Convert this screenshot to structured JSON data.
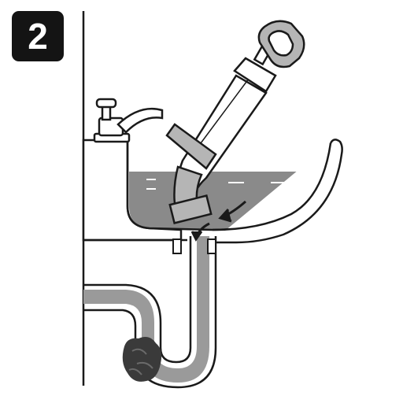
{
  "step": {
    "number": "2"
  },
  "illustration": {
    "colors": {
      "outline": "#1a1a1a",
      "water": "#8a8a8a",
      "pipe_fill": "#9a9a9a",
      "plunger_sleeve": "#b5b5b5",
      "clog": "#3a3a3a",
      "background": "#ffffff"
    },
    "icons": [
      "faucet-icon",
      "sink-basin",
      "drain-pipe",
      "plunger-pump-tool",
      "clog-debris",
      "flow-arrow-icon"
    ]
  }
}
